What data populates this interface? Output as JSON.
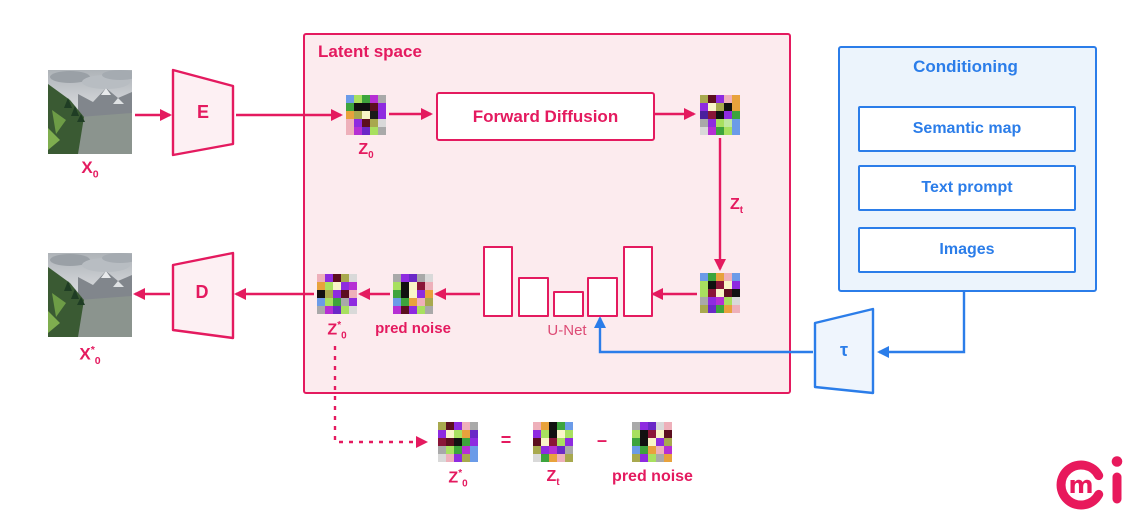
{
  "colors": {
    "crimson": "#e41a5f",
    "blue": "#2b7de9",
    "latent_fill": "#fcebee",
    "conditioning_fill": "#ecf4fc",
    "node_fill": "#fdf0f3"
  },
  "nodes": {
    "input_image_label": {
      "base": "X",
      "sub": "0"
    },
    "output_image_label": {
      "base": "X",
      "sup": "*",
      "sub": "0"
    },
    "encoder_label": "E",
    "decoder_label": "D",
    "tau_label": "τ"
  },
  "latent_space": {
    "title": "Latent space",
    "forward_diffusion_label": "Forward Diffusion",
    "z0_label": {
      "base": "Z",
      "sub": "0"
    },
    "zt_label": {
      "base": "Z",
      "sub": "t"
    },
    "z0_star_label": {
      "base": "Z",
      "sup": "*",
      "sub": "0"
    },
    "pred_noise_label": "pred noise",
    "unet_label": "U-Net"
  },
  "conditioning": {
    "title": "Conditioning",
    "items": [
      {
        "label": "Semantic map"
      },
      {
        "label": "Text prompt"
      },
      {
        "label": "Images"
      }
    ]
  },
  "equation": {
    "lhs_label": {
      "base": "Z",
      "sup": "*",
      "sub": "0"
    },
    "equals": "=",
    "rhs1_label": {
      "base": "Z",
      "sub": "t"
    },
    "minus": "–",
    "rhs2_label": "pred noise"
  },
  "grids": {
    "z0": [
      "#6b9be8",
      "#a8e05f",
      "#3da43d",
      "#b62fd4",
      "#a9a9a9",
      "#3da43d",
      "#111111",
      "#111111",
      "#5c0f1f",
      "#8e2be0",
      "#e8a23c",
      "#a8a94e",
      "#f9f4c8",
      "#1a1a1a",
      "#8e2be0",
      "#eeb0ba",
      "#8e2be0",
      "#5c0f1f",
      "#a8a94e",
      "#d9d9d9",
      "#eeb0ba",
      "#b62fd4",
      "#6a28c7",
      "#a8e05f",
      "#a9a9a9"
    ],
    "zt_top": [
      "#a8a94e",
      "#5c0f1f",
      "#8e2be0",
      "#eeb0ba",
      "#e8a23c",
      "#8e2be0",
      "#f9f4c8",
      "#a8a94e",
      "#111111",
      "#e8a23c",
      "#4a1f9e",
      "#8a1538",
      "#111111",
      "#8e2be0",
      "#3da43d",
      "#a9a9a9",
      "#8e2be0",
      "#a8e05f",
      "#bfe8a0",
      "#6b9be8",
      "#d9d9d9",
      "#b62fd4",
      "#3da43d",
      "#a8e05f",
      "#6b9be8"
    ],
    "zt_right": [
      "#6b9be8",
      "#3da43d",
      "#e8a23c",
      "#eeb0ba",
      "#6b9be8",
      "#a8e05f",
      "#111111",
      "#8a1538",
      "#f9f4c8",
      "#8e2be0",
      "#a8e05f",
      "#8a1538",
      "#f9f4c8",
      "#5c0f1f",
      "#111111",
      "#a9a9a9",
      "#8e2be0",
      "#b62fd4",
      "#a8e05f",
      "#d9d9d9",
      "#a8a94e",
      "#6a28c7",
      "#3da43d",
      "#e8a23c",
      "#eeb0ba"
    ],
    "pred_noise": [
      "#a9a9a9",
      "#8e2be0",
      "#6a28c7",
      "#a9a9a9",
      "#d9d9d9",
      "#a8e05f",
      "#111111",
      "#f9f4c8",
      "#8a1538",
      "#eeb0ba",
      "#3da43d",
      "#111111",
      "#f9f4c8",
      "#8e2be0",
      "#e8a23c",
      "#6b9be8",
      "#3da43d",
      "#e8a23c",
      "#eeb0ba",
      "#a8a94e",
      "#b62fd4",
      "#5c0f1f",
      "#8e2be0",
      "#a8e05f",
      "#a9a9a9"
    ],
    "z_star": [
      "#eeb0ba",
      "#8e2be0",
      "#5c0f1f",
      "#a8a94e",
      "#d9d9d9",
      "#e8a23c",
      "#a8e05f",
      "#f9f4c8",
      "#8e2be0",
      "#b62fd4",
      "#111111",
      "#a8a94e",
      "#8e2be0",
      "#5c0f1f",
      "#eeb0ba",
      "#6b9be8",
      "#a8e05f",
      "#3da43d",
      "#a9a9a9",
      "#8e2be0",
      "#a9a9a9",
      "#b62fd4",
      "#6a28c7",
      "#a8e05f",
      "#d9d9d9"
    ],
    "eq_z_star": [
      "#a8a94e",
      "#5c0f1f",
      "#8e2be0",
      "#eeb0ba",
      "#a9a9a9",
      "#8e2be0",
      "#f9f4c8",
      "#a8e05f",
      "#e8a23c",
      "#6a28c7",
      "#8a1538",
      "#5c0f1f",
      "#111111",
      "#3da43d",
      "#8e2be0",
      "#a9a9a9",
      "#a8e05f",
      "#3da43d",
      "#b62fd4",
      "#6b9be8",
      "#d9d9d9",
      "#eeb0ba",
      "#8e2be0",
      "#a8a94e",
      "#6b9be8"
    ],
    "eq_zt": [
      "#eeb0ba",
      "#e8a23c",
      "#111111",
      "#3da43d",
      "#6b9be8",
      "#8e2be0",
      "#a8e05f",
      "#111111",
      "#f9f4c8",
      "#a8e05f",
      "#5c0f1f",
      "#f9f4c8",
      "#8a1538",
      "#a8e05f",
      "#8e2be0",
      "#a8a94e",
      "#8e2be0",
      "#b62fd4",
      "#6a28c7",
      "#a9a9a9",
      "#d9d9d9",
      "#3da43d",
      "#e8a23c",
      "#eeb0ba",
      "#a8a94e"
    ],
    "eq_pred_noise": [
      "#a9a9a9",
      "#8e2be0",
      "#6a28c7",
      "#d9d9d9",
      "#eeb0ba",
      "#a8e05f",
      "#111111",
      "#8a1538",
      "#f9f4c8",
      "#5c0f1f",
      "#3da43d",
      "#111111",
      "#f9f4c8",
      "#8e2be0",
      "#a8a94e",
      "#6b9be8",
      "#3da43d",
      "#e8a23c",
      "#eeb0ba",
      "#b62fd4",
      "#a8a94e",
      "#8e2be0",
      "#a8e05f",
      "#a9a9a9",
      "#e8a23c"
    ]
  }
}
